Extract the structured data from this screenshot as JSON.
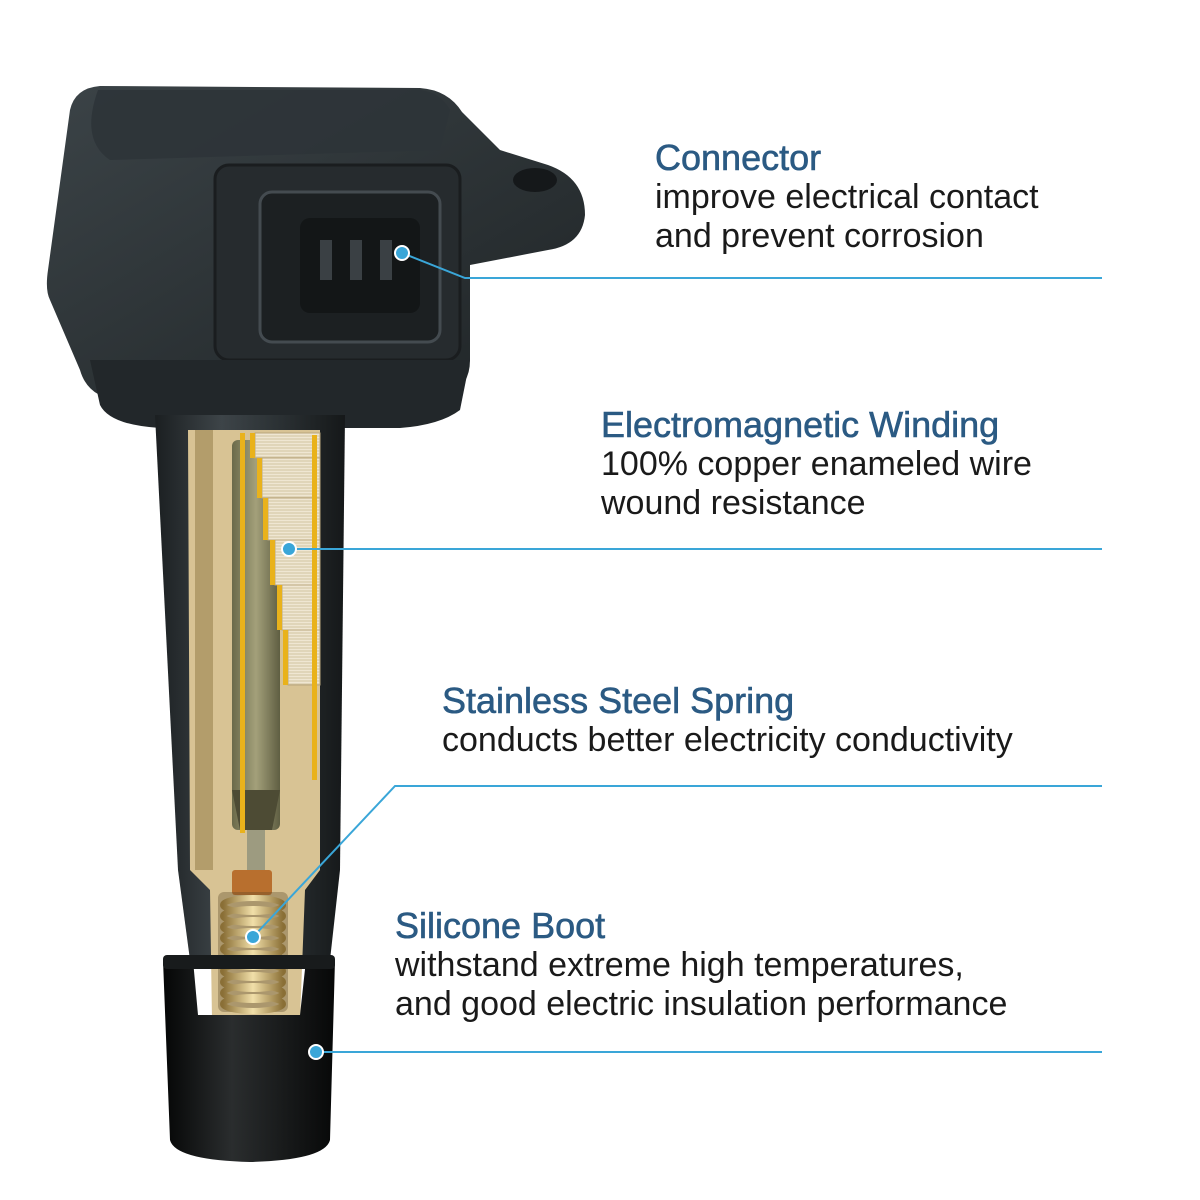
{
  "colors": {
    "title": "#2b5a83",
    "leader": "#3aa6d8",
    "body": "#2a2e30",
    "copper": "#d9c08b",
    "gold": "#e9b21b"
  },
  "callouts": [
    {
      "id": "connector",
      "title": "Connector",
      "lines": [
        "improve electrical contact",
        "and prevent corrosion"
      ]
    },
    {
      "id": "winding",
      "title": "Electromagnetic Winding",
      "lines": [
        "100% copper enameled wire",
        "wound resistance"
      ]
    },
    {
      "id": "spring",
      "title": "Stainless Steel Spring",
      "lines": [
        "conducts better electricity conductivity"
      ]
    },
    {
      "id": "boot",
      "title": "Silicone Boot",
      "lines": [
        "withstand extreme high temperatures,",
        "and good electric insulation performance"
      ]
    }
  ]
}
